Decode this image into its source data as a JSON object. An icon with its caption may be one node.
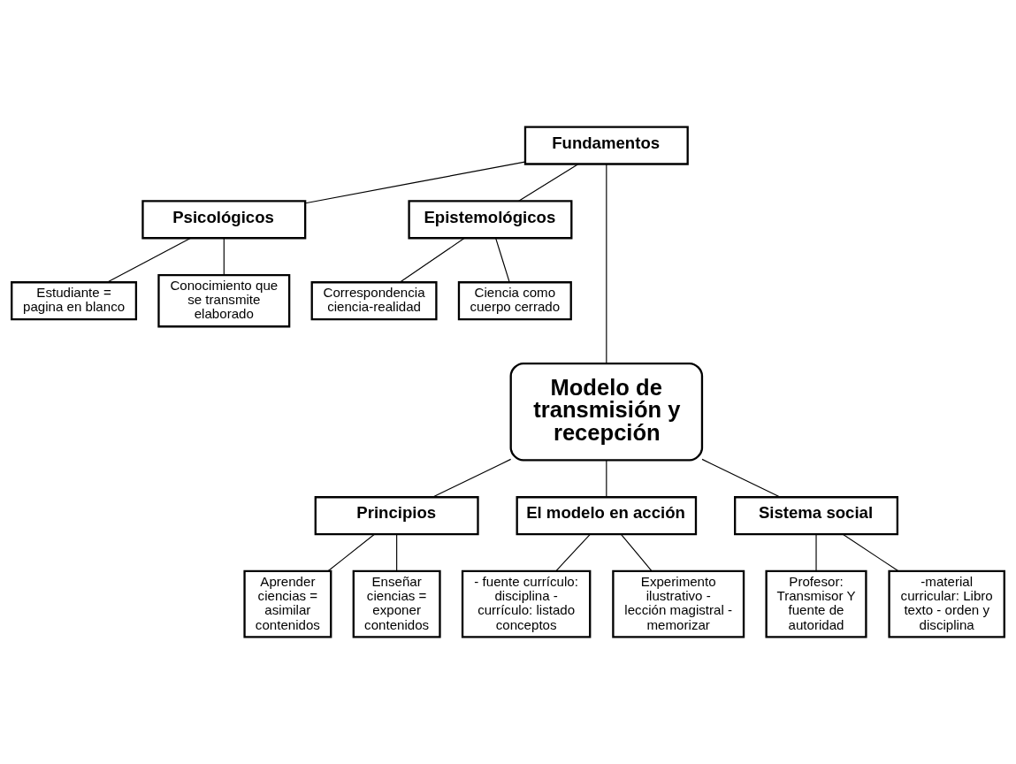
{
  "diagram": {
    "nodes": [
      {
        "text": [
          "Fundamentos"
        ]
      },
      {
        "text": [
          "Psicológicos"
        ]
      },
      {
        "text": [
          "Epistemológicos"
        ]
      },
      {
        "text": [
          "Estudiante = pagina en blanco"
        ]
      },
      {
        "text": [
          "Conocimiento que se transmite elaborado"
        ]
      },
      {
        "text": [
          "Correspondencia ciencia-realidad"
        ]
      },
      {
        "text": [
          "Ciencia como cuerpo cerrado"
        ]
      },
      {
        "text": [
          "Modelo de transmisión y recepción"
        ]
      },
      {
        "text": [
          "Principios"
        ]
      },
      {
        "text": [
          "El modelo en acción"
        ]
      },
      {
        "text": [
          "Sistema social"
        ]
      },
      {
        "text": [
          "Aprender ciencias = asimilar contenidos"
        ]
      },
      {
        "text": [
          "Enseñar ciencias = exponer contenidos"
        ]
      },
      {
        "text": [
          "- fuente currículo: disciplina - currículo: listado conceptos"
        ]
      },
      {
        "text": [
          "Experimento ilustrativo - lección magistral - memorizar"
        ]
      },
      {
        "text": [
          "Profesor: Transmisor Y fuente de autoridad"
        ]
      },
      {
        "text": [
          "-material curricular: Libro texto - orden y disciplina"
        ]
      }
    ],
    "edges": [
      {
        "from": 0,
        "to": 1,
        "arrow": "none"
      },
      {
        "from": 0,
        "to": 2,
        "arrow": "none"
      },
      {
        "from": 0,
        "to": 7,
        "arrow": "none"
      },
      {
        "from": 1,
        "to": 3,
        "arrow": "none"
      },
      {
        "from": 1,
        "to": 4,
        "arrow": "none"
      },
      {
        "from": 2,
        "to": 5,
        "arrow": "none"
      },
      {
        "from": 2,
        "to": 6,
        "arrow": "none"
      },
      {
        "from": 7,
        "to": 8,
        "arrow": "none"
      },
      {
        "from": 7,
        "to": 9,
        "arrow": "none"
      },
      {
        "from": 7,
        "to": 10,
        "arrow": "none"
      },
      {
        "from": 8,
        "to": 11,
        "arrow": "none"
      },
      {
        "from": 8,
        "to": 12,
        "arrow": "none"
      },
      {
        "from": 9,
        "to": 13,
        "arrow": "none"
      },
      {
        "from": 9,
        "to": 14,
        "arrow": "none"
      },
      {
        "from": 10,
        "to": 15,
        "arrow": "none"
      },
      {
        "from": 10,
        "to": 16,
        "arrow": "none"
      }
    ]
  }
}
